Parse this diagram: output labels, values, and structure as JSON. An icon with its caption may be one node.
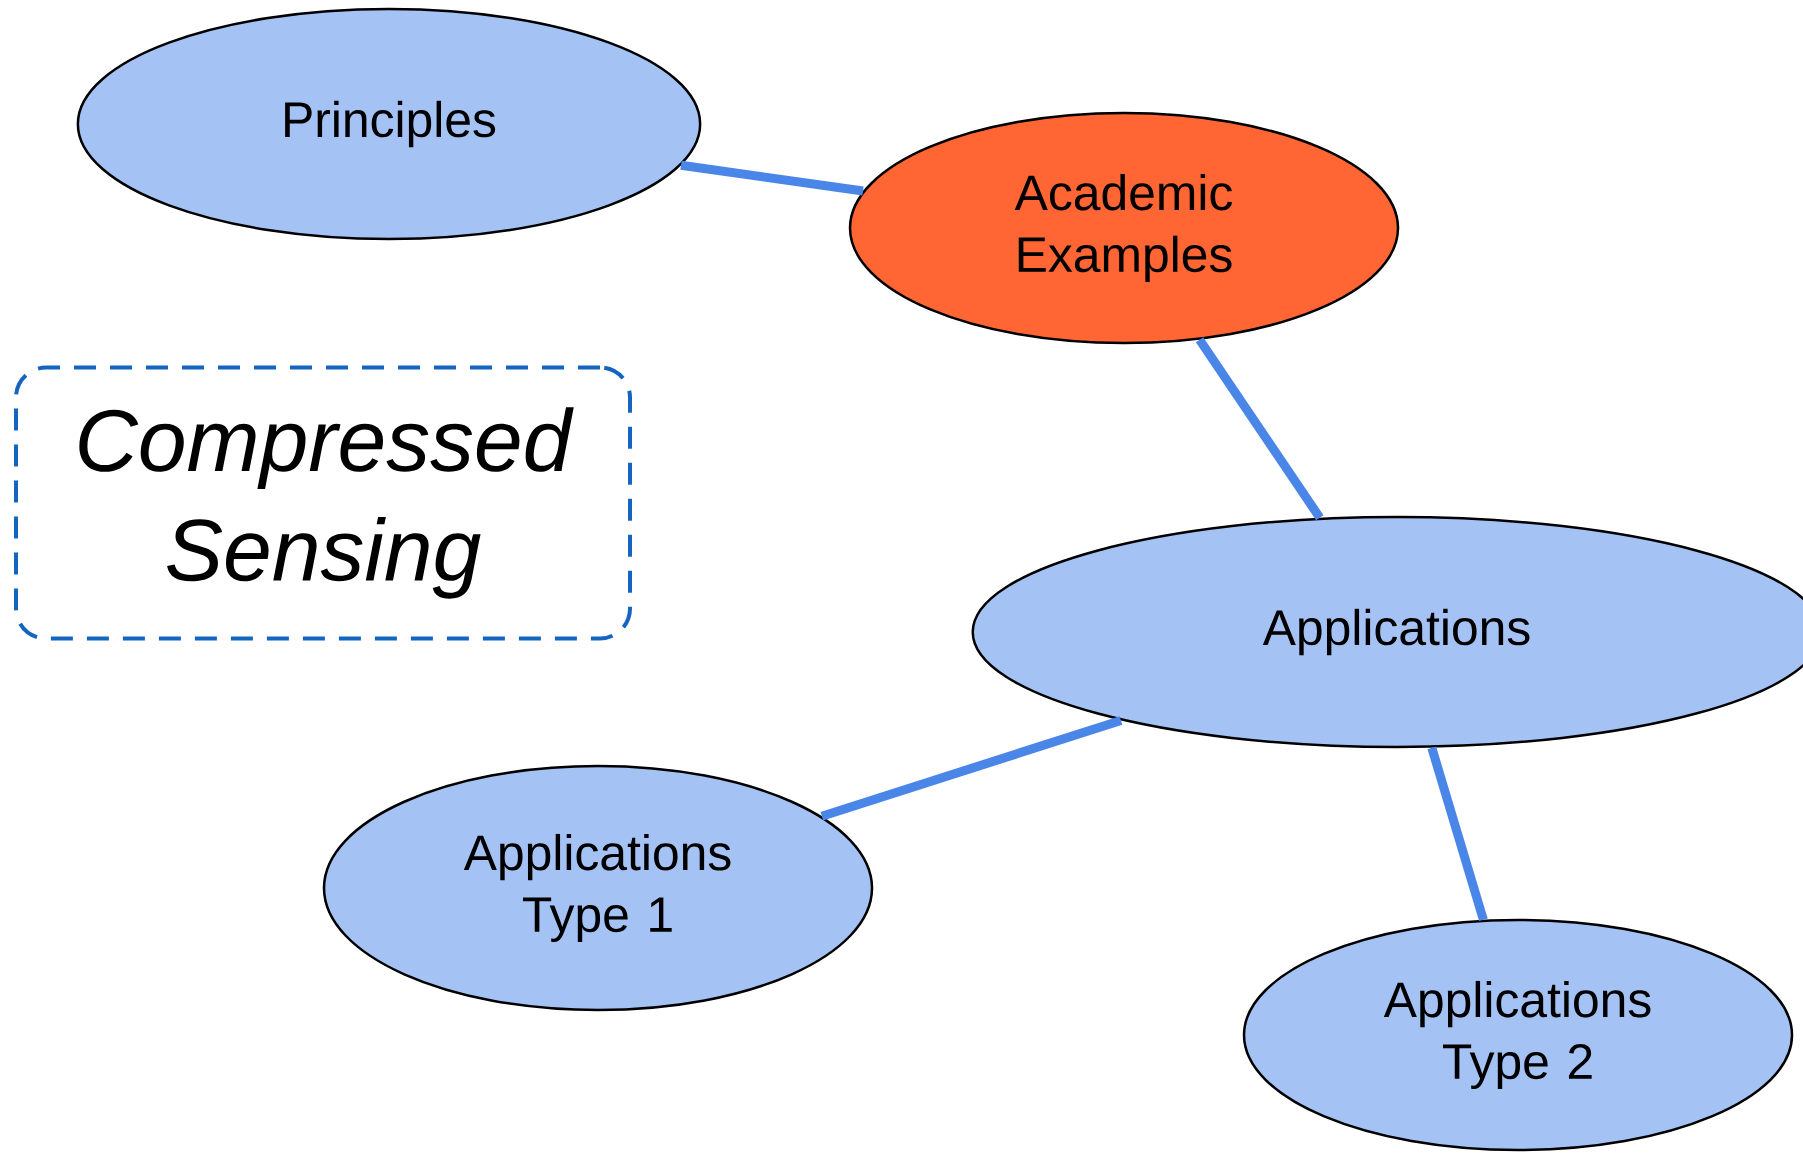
{
  "diagram": {
    "nodes": [
      {
        "text": [
          "Principles"
        ]
      },
      {
        "text": [
          "Academic Examples"
        ]
      },
      {
        "text": [
          "Compressed Sensing"
        ]
      },
      {
        "text": [
          "Applications"
        ]
      },
      {
        "text": [
          "Applications Type 1"
        ]
      },
      {
        "text": [
          "Applications Type 2"
        ]
      }
    ],
    "edges": [
      {
        "from": 0,
        "to": 1,
        "arrow": "none"
      },
      {
        "from": 1,
        "to": 3,
        "arrow": "none"
      },
      {
        "from": 3,
        "to": 4,
        "arrow": "none"
      },
      {
        "from": 3,
        "to": 5,
        "arrow": "none"
      }
    ]
  }
}
